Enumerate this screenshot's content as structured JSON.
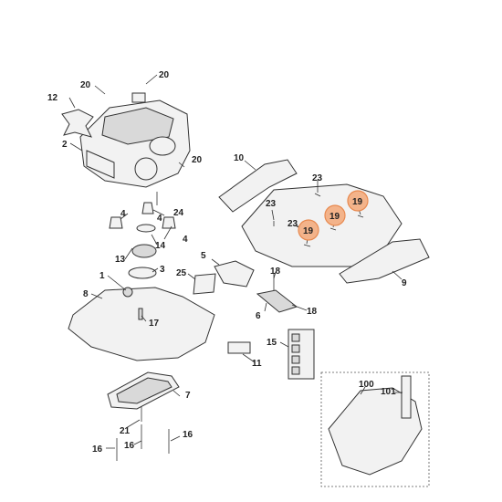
{
  "callouts": {
    "c1": "1",
    "c2": "2",
    "c3": "3",
    "c4a": "4",
    "c4b": "4",
    "c4c": "4",
    "c5": "5",
    "c6": "6",
    "c7": "7",
    "c8": "8",
    "c9": "9",
    "c10": "10",
    "c11": "11",
    "c12": "12",
    "c13": "13",
    "c14": "14",
    "c15": "15",
    "c16a": "16",
    "c16b": "16",
    "c16c": "16",
    "c17": "17",
    "c18a": "18",
    "c18b": "18",
    "c19a": "19",
    "c19b": "19",
    "c19c": "19",
    "c20a": "20",
    "c20b": "20",
    "c20c": "20",
    "c21": "21",
    "c23a": "23",
    "c23b": "23",
    "c23c": "23",
    "c24": "24",
    "c25": "25",
    "c100": "100",
    "c101": "101"
  },
  "highlight_color": "#f3b38a"
}
